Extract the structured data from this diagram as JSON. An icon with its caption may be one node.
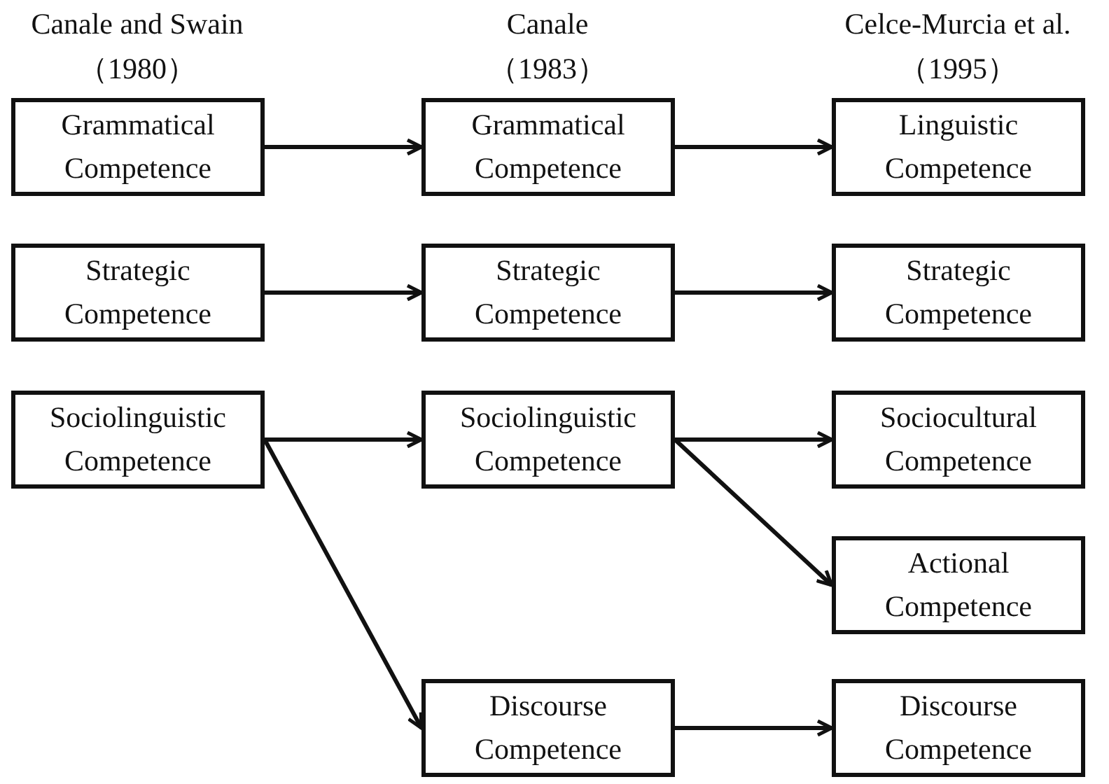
{
  "diagram": {
    "nodes": [
      {
        "text": [
          "Grammatical Competence"
        ]
      },
      {
        "text": [
          "Grammatical Competence"
        ]
      },
      {
        "text": [
          "Linguistic Competence"
        ]
      },
      {
        "text": [
          "Strategic Competence"
        ]
      },
      {
        "text": [
          "Strategic Competence"
        ]
      },
      {
        "text": [
          "Strategic Competence"
        ]
      },
      {
        "text": [
          "Sociolinguistic Competence"
        ]
      },
      {
        "text": [
          "Sociolinguistic Competence"
        ]
      },
      {
        "text": [
          "Sociocultural Competence"
        ]
      },
      {
        "text": [
          "Actional Competence"
        ]
      },
      {
        "text": [
          "Discourse Competence"
        ]
      },
      {
        "text": [
          "Discourse Competence"
        ]
      }
    ],
    "edges": [
      {
        "from": 0,
        "to": 1,
        "arrow": "to"
      },
      {
        "from": 1,
        "to": 2,
        "arrow": "to"
      },
      {
        "from": 3,
        "to": 4,
        "arrow": "to"
      },
      {
        "from": 4,
        "to": 5,
        "arrow": "to"
      },
      {
        "from": 6,
        "to": 7,
        "arrow": "to"
      },
      {
        "from": 7,
        "to": 8,
        "arrow": "to"
      },
      {
        "from": 7,
        "to": 9,
        "arrow": "to"
      },
      {
        "from": 6,
        "to": 10,
        "arrow": "to"
      },
      {
        "from": 10,
        "to": 11,
        "arrow": "to"
      }
    ],
    "labels": [
      "Canale and Swain",
      "Canale",
      "Celce-Murcia et al.",
      "（1980）",
      "（1983）",
      "（1995）"
    ]
  }
}
